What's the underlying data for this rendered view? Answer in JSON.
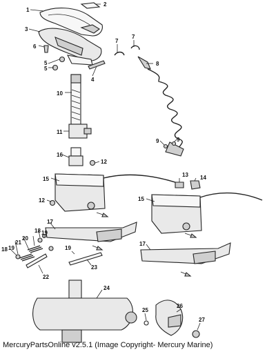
{
  "callouts": {
    "c1": "1",
    "c2": "2",
    "c3": "3",
    "c4": "4",
    "c5a": "5",
    "c5b": "5",
    "c6": "6",
    "c7a": "7",
    "c7b": "7",
    "c8": "8",
    "c9a": "9",
    "c9b": "9",
    "c10": "10",
    "c11": "11",
    "c12a": "12",
    "c12b": "12",
    "c13": "13",
    "c14": "14",
    "c15a": "15",
    "c15b": "15",
    "c16": "16",
    "c17a": "17",
    "c17b": "17",
    "c18a": "18",
    "c18b": "18",
    "c19a": "19",
    "c19b": "19",
    "c19c": "19",
    "c20": "20",
    "c21": "21",
    "c22": "22",
    "c23": "23",
    "c24": "24",
    "c25": "25",
    "c26": "26",
    "c27": "27"
  },
  "footer": {
    "copyright": "MercuryPartsOnline v2.5.1 (Image Copyright- Mercury Marine)"
  }
}
